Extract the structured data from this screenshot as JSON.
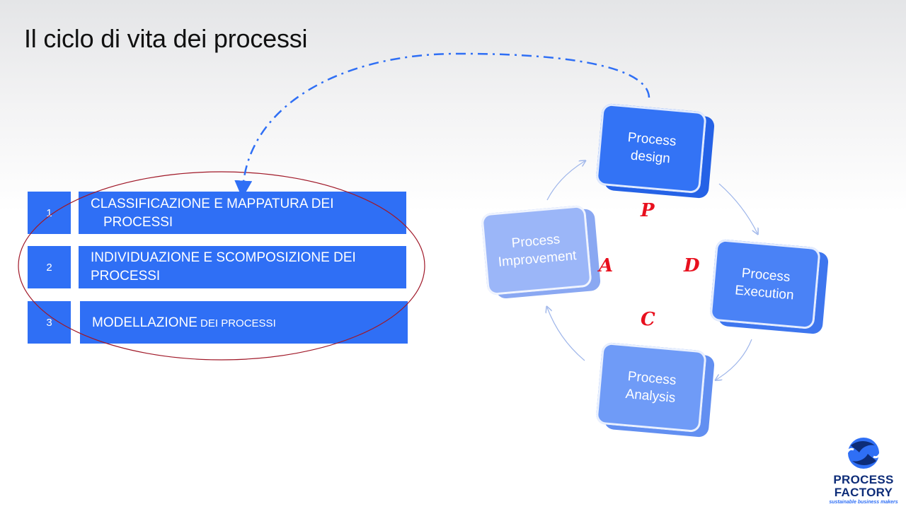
{
  "title": "Il ciclo di vita dei processi",
  "rows": [
    {
      "num": "1",
      "line1": "CLASSIFICAZIONE  E MAPPATURA DEI",
      "line2": "PROCESSI"
    },
    {
      "num": "2",
      "line1": "INDIVIDUAZIONE E SCOMPOSIZIONE DEI",
      "line2": "PROCESSI"
    },
    {
      "num": "3",
      "main": "MODELLAZIONE",
      "small": " DEI PROCESSI"
    }
  ],
  "cycle": {
    "design": {
      "line1": "Process",
      "line2": "design"
    },
    "execution": {
      "line1": "Process",
      "line2": "Execution"
    },
    "analysis": {
      "line1": "Process",
      "line2": "Analysis"
    },
    "improvement": {
      "line1": "Process",
      "line2": "Improvement"
    }
  },
  "letters": {
    "p": "P",
    "d": "D",
    "c": "C",
    "a": "A"
  },
  "logo": {
    "line1": "PROCESS",
    "line2": "FACTORY",
    "tagline": "sustainable business makers"
  },
  "colors": {
    "accent": "#2f6ff5",
    "ellipse": "#a01828",
    "letters": "#e8101e",
    "logo_dark": "#0d2c78"
  }
}
